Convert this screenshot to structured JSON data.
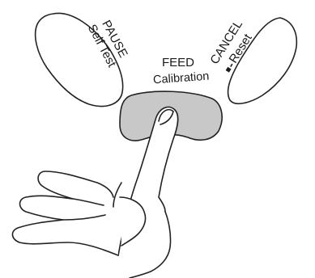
{
  "buttons": {
    "pause": {
      "title": "PAUSE",
      "subtitle": "Self Test"
    },
    "cancel": {
      "title": "CANCEL",
      "subtitle": "Reset",
      "subtitle_prefix_icon": "hold-dot-dash-icon"
    },
    "feed": {
      "title": "FEED",
      "subtitle": "Calibration",
      "color": "#c8c8c8"
    }
  },
  "illustration": {
    "hand": "hand-pressing-icon",
    "line_color": "#222222"
  }
}
